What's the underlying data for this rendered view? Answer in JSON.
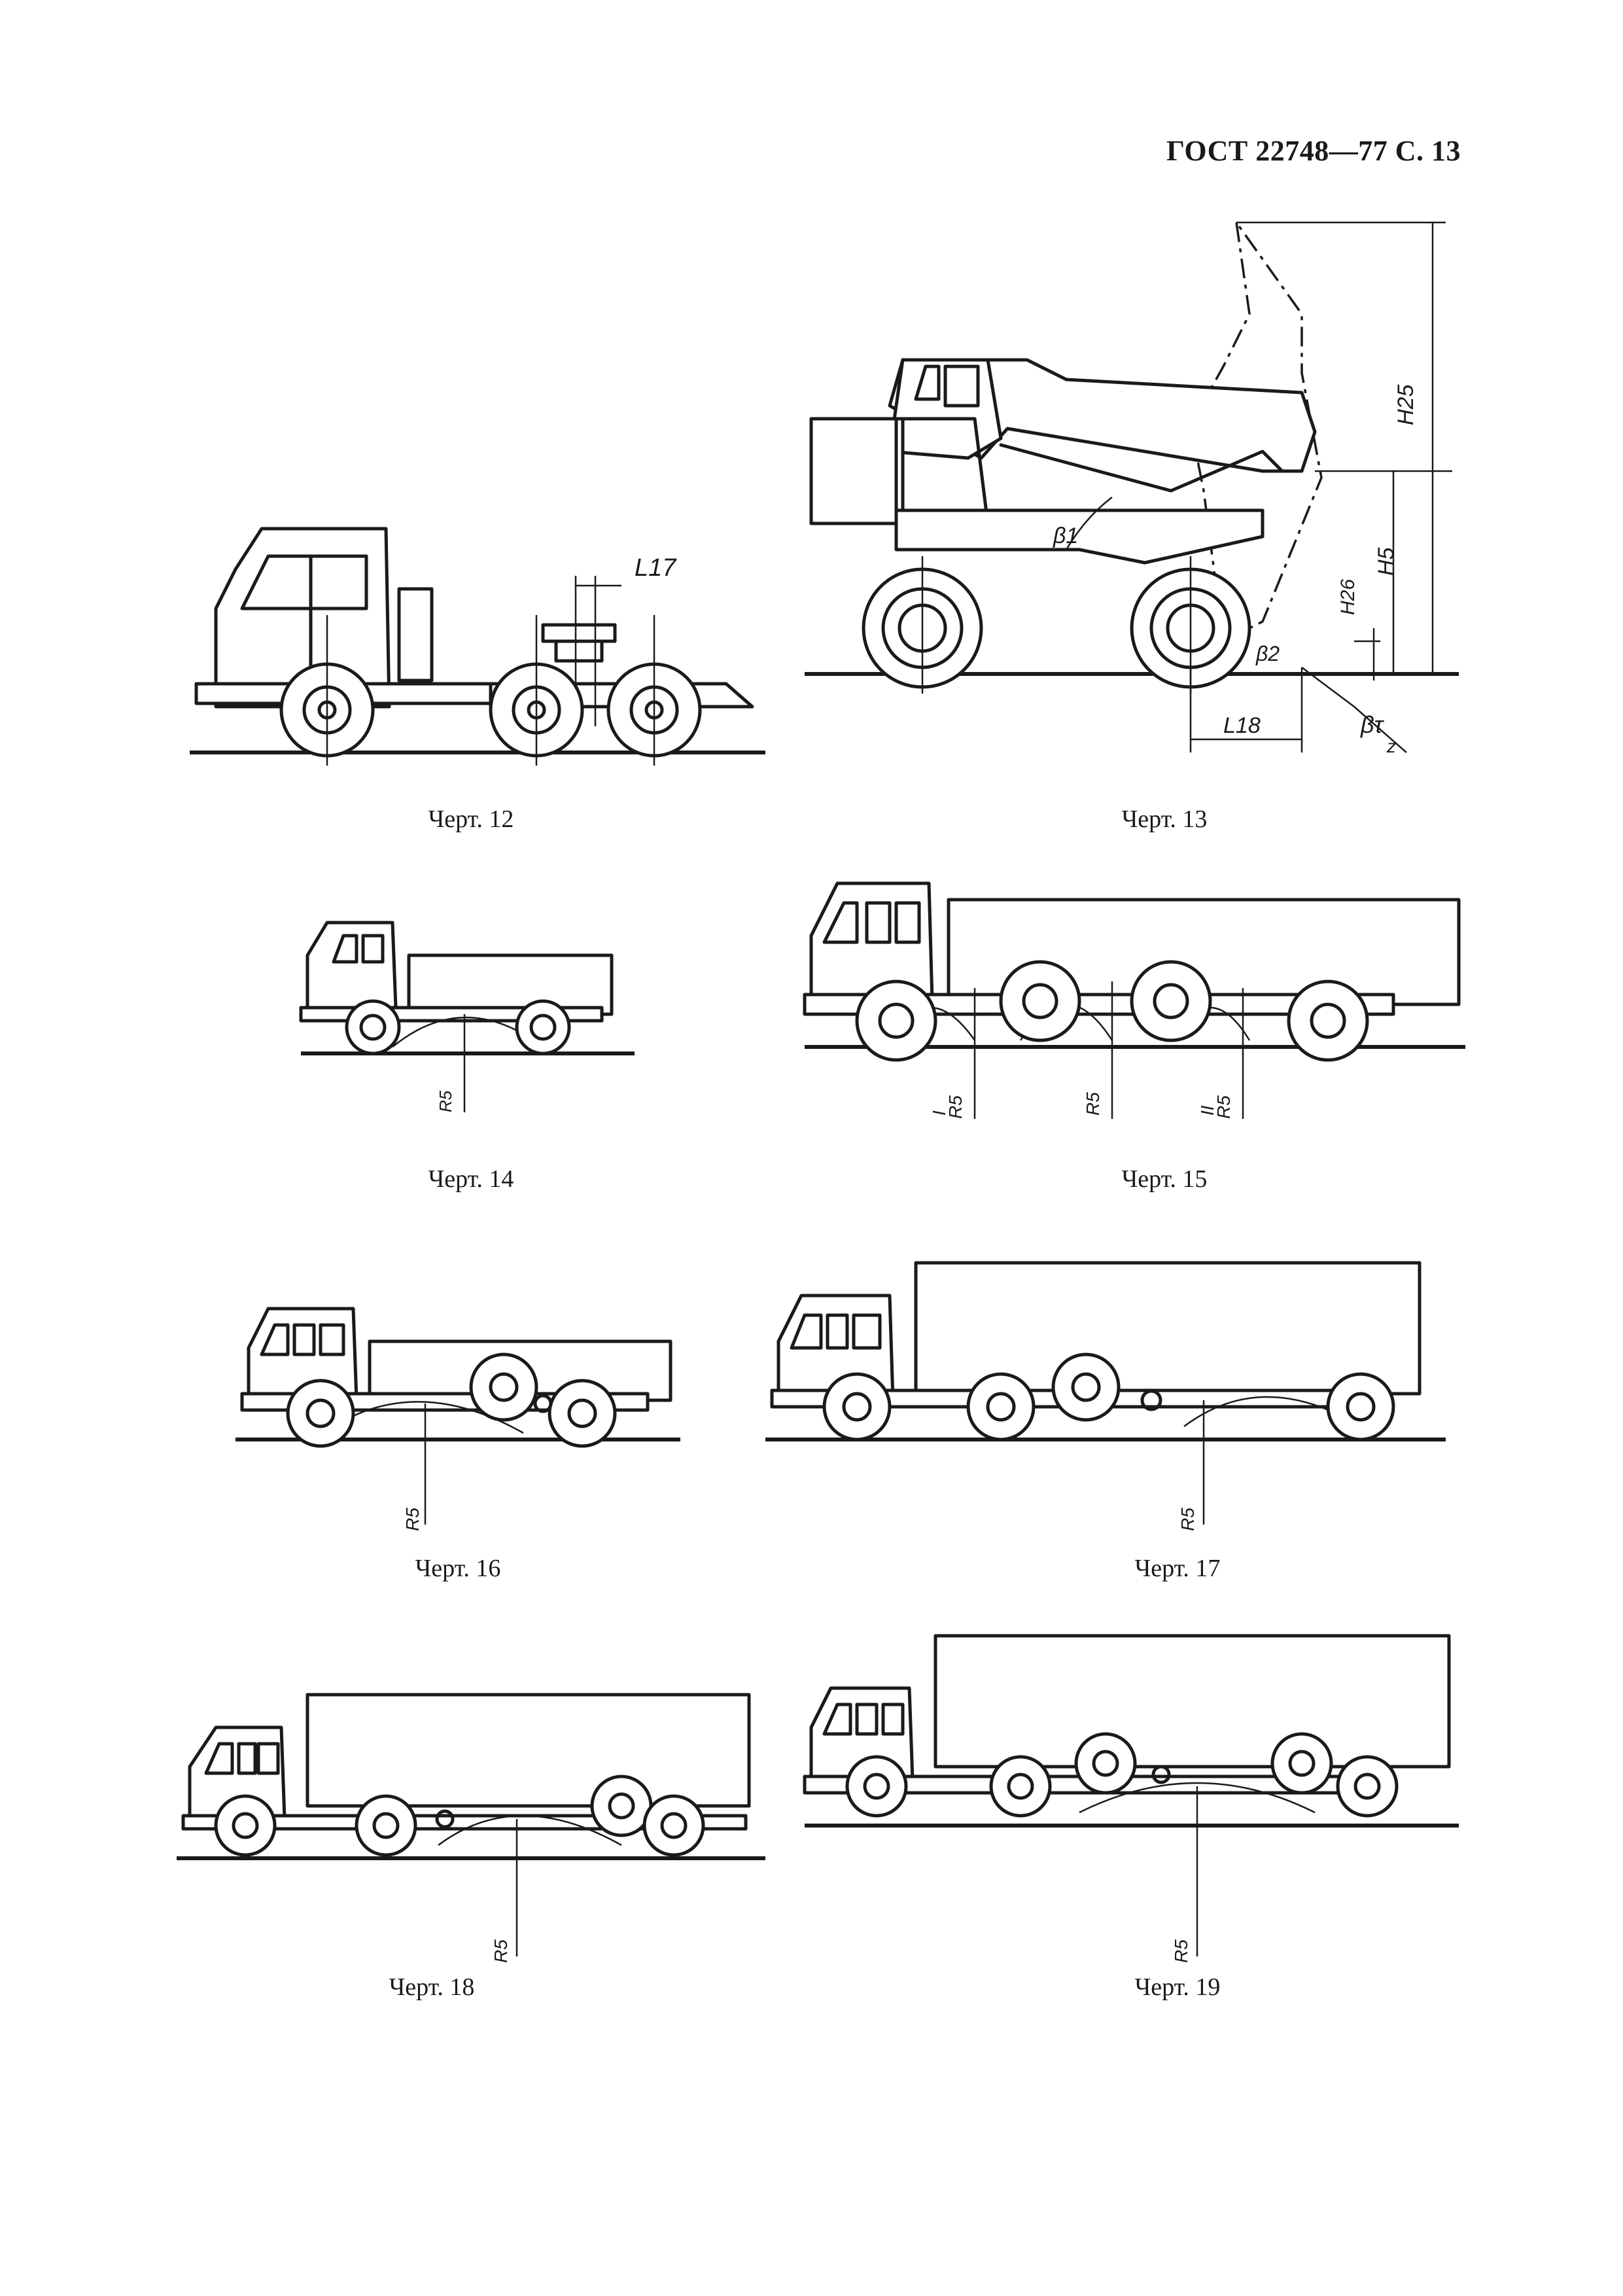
{
  "header": {
    "title": "ГОСТ 22748—77 С. 13"
  },
  "figures": [
    {
      "id": "12",
      "caption": "Черт. 12",
      "dims": [
        "L17"
      ]
    },
    {
      "id": "13",
      "caption": "Черт. 13",
      "dims": [
        "H25",
        "β1",
        "H5",
        "H26",
        "β2",
        "L18",
        "βτ",
        "z"
      ]
    },
    {
      "id": "14",
      "caption": "Черт. 14",
      "dims": [
        "R5"
      ]
    },
    {
      "id": "15",
      "caption": "Черт. 15",
      "dims": [
        "I",
        "R5",
        "R5",
        "II",
        "R5"
      ]
    },
    {
      "id": "16",
      "caption": "Черт. 16",
      "dims": [
        "R5"
      ]
    },
    {
      "id": "17",
      "caption": "Черт. 17",
      "dims": [
        "R5"
      ]
    },
    {
      "id": "18",
      "caption": "Черт. 18",
      "dims": [
        "R5"
      ]
    },
    {
      "id": "19",
      "caption": "Черт. 19",
      "dims": [
        "R5"
      ]
    }
  ]
}
